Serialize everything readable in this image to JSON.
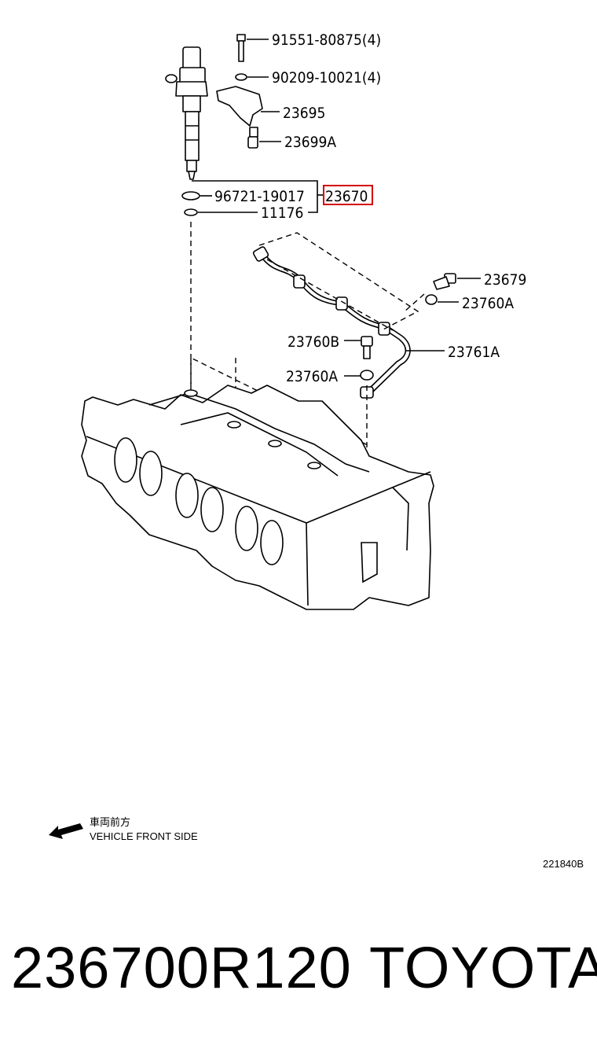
{
  "callouts": {
    "bolt": "91551-80875(4)",
    "washer_top": "90209-10021(4)",
    "clamp": "23695",
    "bolt_clamp": "23699A",
    "o_ring": "96721-19017",
    "injector_assy": "23670",
    "gasket": "11176",
    "union_bolt": "23679",
    "gasket_union": "23760A",
    "hollow_bolt": "23760B",
    "gasket_lower": "23760A",
    "leak_pipe": "23761A"
  },
  "highlight": {
    "part": "injector_assy",
    "color": "#d40000"
  },
  "orientation": {
    "jp": "車両前方",
    "en": "VEHICLE FRONT SIDE"
  },
  "diagram_code": "221840B",
  "footer": {
    "part_number": "236700R120",
    "brand": "TOYOTA"
  }
}
